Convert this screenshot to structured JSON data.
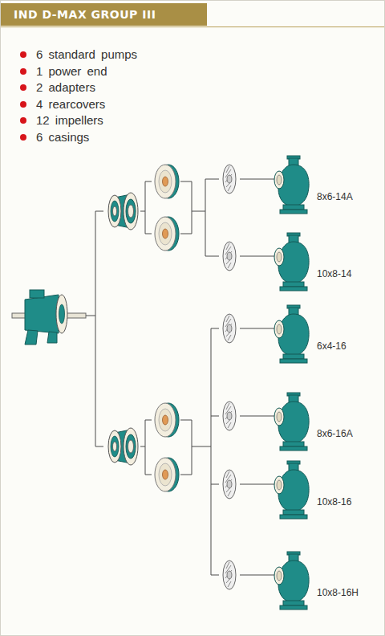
{
  "diagram": {
    "title": "IND D-MAX GROUP III",
    "nodes": [
      {
        "text": [
          "8x6-14A"
        ]
      },
      {
        "text": [
          "10x8-14"
        ]
      },
      {
        "text": [
          "6x4-16"
        ]
      },
      {
        "text": [
          "8x6-16A"
        ]
      },
      {
        "text": [
          "10x8-16"
        ]
      },
      {
        "text": [
          "10x8-16H"
        ]
      }
    ],
    "labels": [
      "6 standard pumps",
      "1 power end",
      "2 adapters",
      "4 rearcovers",
      "12 impellers",
      "6 casings"
    ]
  }
}
